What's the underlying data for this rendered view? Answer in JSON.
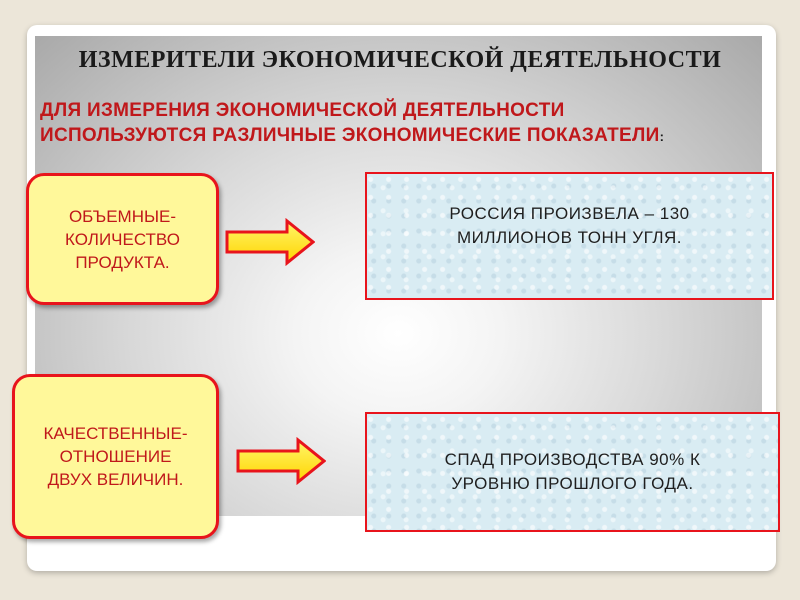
{
  "slide": {
    "title": "ИЗМЕРИТЕЛИ ЭКОНОМИЧЕСКОЙ ДЕЯТЕЛЬНОСТИ",
    "subtitle_line1": "ДЛЯ ИЗМЕРЕНИЯ ЭКОНОМИЧЕСКОЙ ДЕЯТЕЛЬНОСТИ",
    "subtitle_line2": "ИСПОЛЬЗУЮТСЯ РАЗЛИЧНЫЕ ЭКОНОМИЧЕСКИЕ ПОКАЗАТЕЛИ",
    "subtitle_colon": ":"
  },
  "metrics": [
    {
      "lines": [
        "ОБЪЕМНЫЕ-",
        "КОЛИЧЕСТВО",
        "ПРОДУКТА."
      ],
      "example_lines": [
        "РОССИЯ ПРОИЗВЕЛА – 130",
        "МИЛЛИОНОВ  ТОНН УГЛЯ."
      ]
    },
    {
      "lines": [
        "КАЧЕСТВЕННЫЕ-",
        "ОТНОШЕНИЕ",
        "ДВУХ ВЕЛИЧИН."
      ],
      "example_lines": [
        "СПАД ПРОИЗВОДСТВА 90% К",
        "УРОВНЮ ПРОШЛОГО ГОДА."
      ]
    }
  ],
  "colors": {
    "accent_red": "#e8141c",
    "text_red": "#c0181b",
    "box_yellow": "#fff89a",
    "example_blue": "#d9ecf3",
    "arrow_fill": "#ffe600"
  },
  "icons": {
    "arrow": "right-arrow-icon"
  }
}
